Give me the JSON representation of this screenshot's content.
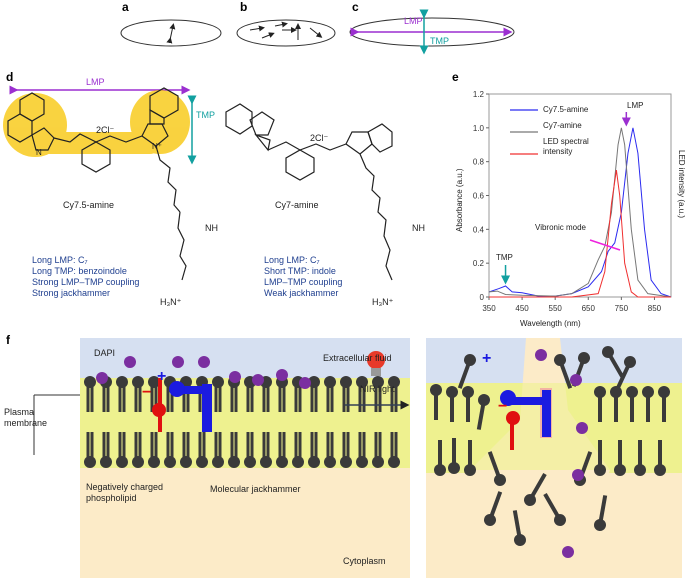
{
  "panels": {
    "a": "a",
    "b": "b",
    "c": "c",
    "d": "d",
    "e": "e",
    "f": "f"
  },
  "panel_c": {
    "lmp": "LMP",
    "tmp": "TMP"
  },
  "panel_d": {
    "lmp": "LMP",
    "tmp": "TMP",
    "counterion": "2Cl⁻",
    "mol1": {
      "name": "Cy7.5-amine",
      "nh": "NH",
      "amine": "H₃N⁺",
      "n": "N",
      "nplus": "N⁺",
      "props": [
        "Long LMP: C₇",
        "Long TMP: benzoindole",
        "Strong LMP–TMP coupling",
        "Strong jackhammer"
      ]
    },
    "mol2": {
      "name": "Cy7-amine",
      "nh": "NH",
      "amine": "H₃N⁺",
      "props": [
        "Long LMP: C₇",
        "Short TMP: indole",
        "LMP–TMP coupling",
        "Weak jackhammer"
      ]
    }
  },
  "panel_f": {
    "dapi": "DAPI",
    "extracellular": "Extracellular fluid",
    "plasma": "Plasma\nmembrane",
    "nir": "NIR light",
    "neg_lipid": "Negatively charged\nphospholipid",
    "jackhammer": "Molecular jackhammer",
    "cytoplasm": "Cytoplasm",
    "plus": "+",
    "minus": "−"
  },
  "colors": {
    "cy75": "#2b2bf0",
    "cy7": "#777777",
    "led": "#f03030",
    "lmp": "#9b2fd0",
    "tmp": "#12a0a0",
    "extracellular": "#d6e0f1",
    "membrane": "#eef18f",
    "cytoplasm": "#fcebc8",
    "dapi": "#7b2fa0"
  },
  "chart_data": {
    "type": "line",
    "xlabel": "Wavelength (nm)",
    "ylabel": "Absorbance (a.u.)",
    "y2label": "LED intensity  (a.u.)",
    "xlim": [
      350,
      900
    ],
    "ylim": [
      0,
      1.2
    ],
    "xticks": [
      350,
      450,
      550,
      650,
      750,
      850
    ],
    "yticks": [
      0,
      0.2,
      0.4,
      0.6,
      0.8,
      1.0,
      1.2
    ],
    "legend_position": "top-left",
    "annotations": {
      "lmp": "LMP",
      "tmp": "TMP",
      "vibronic": "Vibronic mode"
    },
    "series": [
      {
        "name": "Cy7.5-amine",
        "color": "#2b2bf0",
        "x": [
          350,
          380,
          400,
          420,
          450,
          500,
          550,
          600,
          650,
          690,
          710,
          730,
          750,
          770,
          785,
          800,
          820,
          840,
          870,
          900
        ],
        "y": [
          0.03,
          0.05,
          0.065,
          0.03,
          0.025,
          0.005,
          0.005,
          0.02,
          0.06,
          0.15,
          0.27,
          0.32,
          0.5,
          0.85,
          1.0,
          0.85,
          0.4,
          0.1,
          0.02,
          0
        ]
      },
      {
        "name": "Cy7-amine",
        "color": "#777777",
        "x": [
          350,
          375,
          400,
          450,
          550,
          600,
          650,
          680,
          700,
          720,
          740,
          750,
          760,
          780,
          800,
          830,
          900
        ],
        "y": [
          0.03,
          0.035,
          0.015,
          0.01,
          0.005,
          0.02,
          0.08,
          0.22,
          0.3,
          0.5,
          0.9,
          1.0,
          0.9,
          0.4,
          0.1,
          0.02,
          0
        ]
      },
      {
        "name": "LED spectral\nintensity",
        "color": "#f03030",
        "x": [
          350,
          600,
          680,
          700,
          720,
          735,
          745,
          760,
          780,
          800,
          900
        ],
        "y": [
          0,
          0,
          0.02,
          0.15,
          0.55,
          0.75,
          0.6,
          0.2,
          0.03,
          0,
          0
        ]
      }
    ]
  }
}
